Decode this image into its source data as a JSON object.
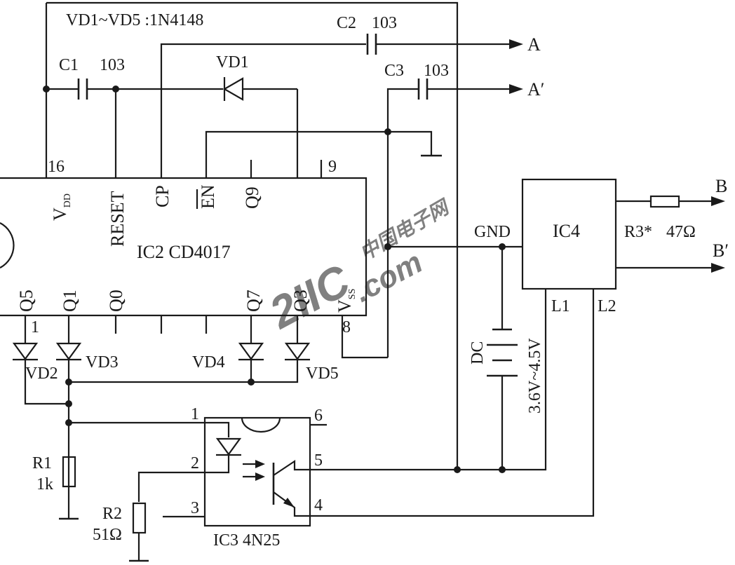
{
  "note": "VD1~VD5 :1N4148",
  "ic2": {
    "name": "IC2 CD4017",
    "pins_top": {
      "vdd_main": "V",
      "vdd_sub": "DD",
      "reset": "RESET",
      "cp": "CP",
      "en": "EN",
      "q9": "Q9",
      "pin16": "16",
      "pin9": "9"
    },
    "pins_bottom": {
      "q5": "Q5",
      "q1": "Q1",
      "q0": "Q0",
      "q7": "Q7",
      "q3": "Q3",
      "vss_main": "V",
      "vss_sub": "SS",
      "pin1": "1",
      "pin8": "8"
    }
  },
  "capacitors": {
    "c1": {
      "name": "C1",
      "value": "103"
    },
    "c2": {
      "name": "C2",
      "value": "103"
    },
    "c3": {
      "name": "C3",
      "value": "103"
    }
  },
  "diodes": {
    "vd1": "VD1",
    "vd2": "VD2",
    "vd3": "VD3",
    "vd4": "VD4",
    "vd5": "VD5"
  },
  "outputs": {
    "a": "A",
    "a_prime": "A′",
    "b": "B",
    "b_prime": "B′"
  },
  "ic3": {
    "name": "IC3 4N25",
    "p1": "1",
    "p2": "2",
    "p3": "3",
    "p4": "4",
    "p5": "5",
    "p6": "6"
  },
  "ic4": {
    "name": "IC4",
    "gnd": "GND",
    "l1": "L1",
    "l2": "L2"
  },
  "resistors": {
    "r1": {
      "name": "R1",
      "value": "1k"
    },
    "r2": {
      "name": "R2",
      "value": "51Ω"
    },
    "r3": {
      "name": "R3*",
      "value": "47Ω"
    }
  },
  "battery": {
    "name": "DC",
    "voltage": "3.6V~4.5V"
  },
  "watermark": {
    "top": "中国电子网",
    "mid": "2IIC",
    "dot": ".com"
  }
}
